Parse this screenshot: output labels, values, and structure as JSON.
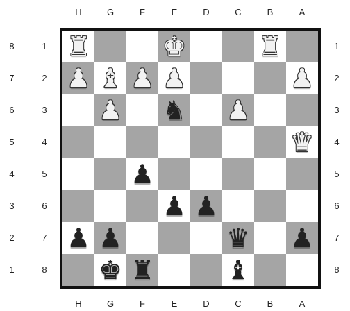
{
  "board": {
    "files_top": [
      "H",
      "G",
      "F",
      "E",
      "D",
      "C",
      "B",
      "A"
    ],
    "files_bottom": [
      "H",
      "G",
      "F",
      "E",
      "D",
      "C",
      "B",
      "A"
    ],
    "ranks_outer_left": [
      "8",
      "7",
      "6",
      "5",
      "4",
      "3",
      "2",
      "1"
    ],
    "ranks_inner_left": [
      "1",
      "2",
      "3",
      "4",
      "5",
      "6",
      "7",
      "8"
    ],
    "ranks_right": [
      "1",
      "2",
      "3",
      "4",
      "5",
      "6",
      "7",
      "8"
    ],
    "colors": {
      "light": "#ffffff",
      "dark": "#a5a5a5",
      "border": "#111111"
    },
    "pieces": [
      {
        "color": "white",
        "type": "rook",
        "square": "h1",
        "glyph": "♜"
      },
      {
        "color": "white",
        "type": "king",
        "square": "e1",
        "glyph": "♚"
      },
      {
        "color": "white",
        "type": "rook",
        "square": "b1",
        "glyph": "♜"
      },
      {
        "color": "white",
        "type": "pawn",
        "square": "h2",
        "glyph": "♟"
      },
      {
        "color": "white",
        "type": "bishop",
        "square": "g2",
        "glyph": "♝"
      },
      {
        "color": "white",
        "type": "pawn",
        "square": "f2",
        "glyph": "♟"
      },
      {
        "color": "white",
        "type": "pawn",
        "square": "e2",
        "glyph": "♟"
      },
      {
        "color": "white",
        "type": "pawn",
        "square": "a2",
        "glyph": "♟"
      },
      {
        "color": "white",
        "type": "pawn",
        "square": "g3",
        "glyph": "♟"
      },
      {
        "color": "black",
        "type": "knight",
        "square": "e3",
        "glyph": "♞"
      },
      {
        "color": "white",
        "type": "pawn",
        "square": "c3",
        "glyph": "♟"
      },
      {
        "color": "white",
        "type": "queen",
        "square": "a4",
        "glyph": "♛"
      },
      {
        "color": "black",
        "type": "pawn",
        "square": "f5",
        "glyph": "♟"
      },
      {
        "color": "black",
        "type": "pawn",
        "square": "e6",
        "glyph": "♟"
      },
      {
        "color": "black",
        "type": "pawn",
        "square": "d6",
        "glyph": "♟"
      },
      {
        "color": "black",
        "type": "pawn",
        "square": "h7",
        "glyph": "♟"
      },
      {
        "color": "black",
        "type": "pawn",
        "square": "g7",
        "glyph": "♟"
      },
      {
        "color": "black",
        "type": "queen",
        "square": "c7",
        "glyph": "♛"
      },
      {
        "color": "black",
        "type": "pawn",
        "square": "a7",
        "glyph": "♟"
      },
      {
        "color": "black",
        "type": "king",
        "square": "g8",
        "glyph": "♚"
      },
      {
        "color": "black",
        "type": "rook",
        "square": "f8",
        "glyph": "♜"
      },
      {
        "color": "black",
        "type": "bishop",
        "square": "c8",
        "glyph": "♝"
      }
    ]
  }
}
